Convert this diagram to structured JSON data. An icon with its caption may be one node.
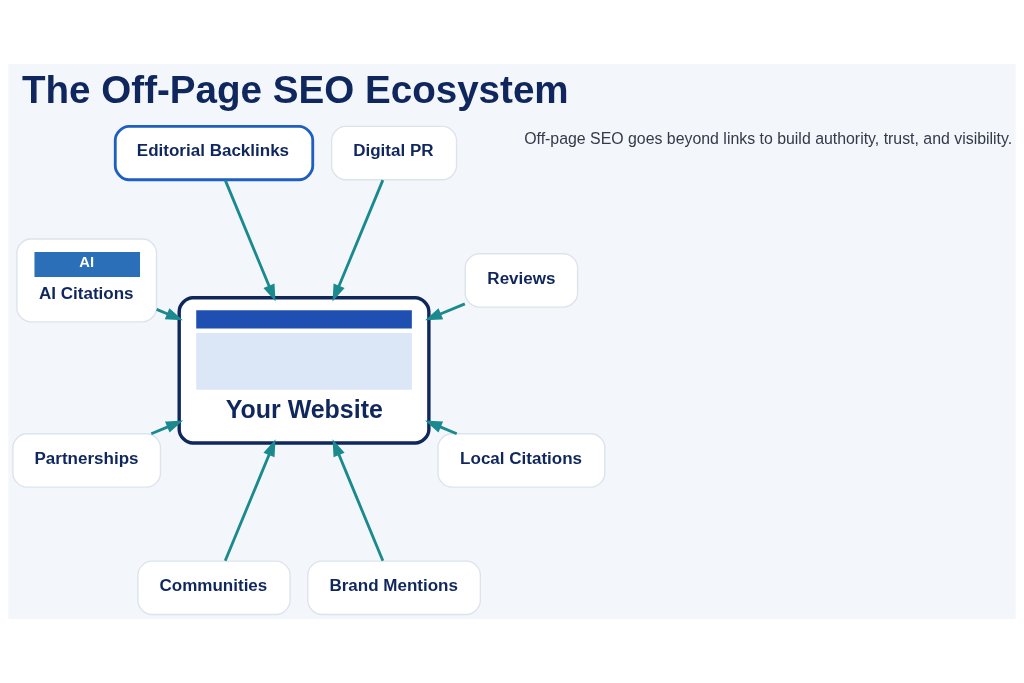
{
  "diagram": {
    "title": "The Off-Page SEO Ecosystem",
    "nodes": [
      {
        "text": [
          "Editorial Backlinks"
        ]
      },
      {
        "text": [
          "Digital PR"
        ]
      },
      {
        "text": [
          "AI",
          "AI Citations"
        ]
      },
      {
        "text": [
          "Your Website"
        ]
      },
      {
        "text": [
          "Partnerships"
        ]
      },
      {
        "text": [
          "Reviews"
        ]
      },
      {
        "text": [
          "Communities"
        ]
      },
      {
        "text": [
          "Local Citations"
        ]
      },
      {
        "text": [
          "Brand Mentions"
        ]
      }
    ],
    "edges": [
      {
        "from": 0,
        "to": 3,
        "arrow": "to"
      },
      {
        "from": 1,
        "to": 3,
        "arrow": "to"
      },
      {
        "from": 5,
        "to": 3,
        "arrow": "to"
      },
      {
        "from": 7,
        "to": 3,
        "arrow": "to"
      },
      {
        "from": 8,
        "to": 3,
        "arrow": "to"
      },
      {
        "from": 6,
        "to": 3,
        "arrow": "to"
      },
      {
        "from": 4,
        "to": 3,
        "arrow": "to"
      },
      {
        "from": 2,
        "to": 3,
        "arrow": "to"
      }
    ],
    "labels": [
      "Off-page SEO goes beyond links to build authority, trust, and visibility."
    ]
  }
}
